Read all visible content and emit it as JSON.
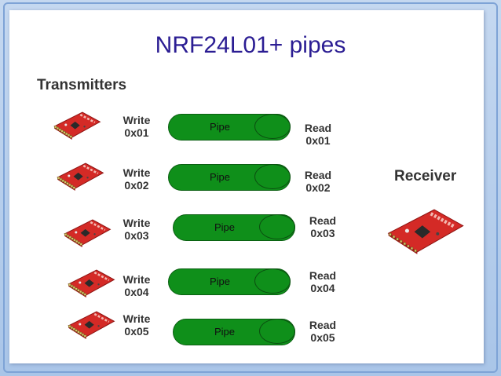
{
  "title": "NRF24L01+ pipes",
  "transmitters_heading": "Transmitters",
  "receiver_heading": "Receiver",
  "pipe_label": "Pipe",
  "rows": [
    {
      "write": [
        "Write",
        "0x01"
      ],
      "read": [
        "Read",
        "0x01"
      ]
    },
    {
      "write": [
        "Write",
        "0x02"
      ],
      "read": [
        "Read",
        "0x02"
      ]
    },
    {
      "write": [
        "Write",
        "0x03"
      ],
      "read": [
        "Read",
        "0x03"
      ]
    },
    {
      "write": [
        "Write",
        "0x04"
      ],
      "read": [
        "Read",
        "0x04"
      ]
    },
    {
      "write": [
        "Write",
        "0x05"
      ],
      "read": [
        "Read",
        "0x05"
      ]
    }
  ],
  "colors": {
    "title": "#2b1d93",
    "pipe": "#0f8f1a",
    "board": "#d42a26",
    "frame": "#a9c5e8"
  },
  "icons": [
    "transmitter-board-icon",
    "receiver-board-icon"
  ]
}
